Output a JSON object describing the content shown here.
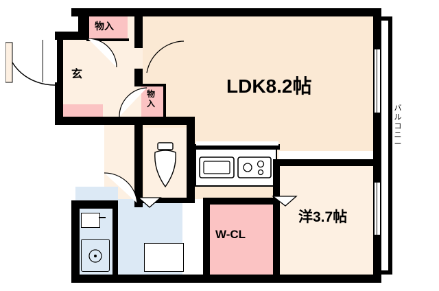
{
  "plan": {
    "type": "floor-plan",
    "title": "",
    "rooms": [
      {
        "name": "ldk",
        "label": "LDK8.2帖",
        "type": "living-dining-kitchen",
        "size_jo": 8.2
      },
      {
        "name": "western-room",
        "label": "洋3.7帖",
        "type": "western-style-room",
        "size_jo": 3.7
      },
      {
        "name": "walk-in-closet",
        "label": "W-CL",
        "type": "closet"
      },
      {
        "name": "entrance",
        "label": "玄",
        "type": "entrance"
      },
      {
        "name": "closet-top",
        "label": "物入",
        "type": "storage"
      },
      {
        "name": "closet-mid",
        "label": "物入",
        "type": "storage"
      },
      {
        "name": "balcony",
        "label": "バルコニー",
        "type": "balcony"
      }
    ],
    "fixtures": [
      {
        "name": "toilet",
        "label": ""
      },
      {
        "name": "sink",
        "label": ""
      },
      {
        "name": "stove",
        "label": ""
      },
      {
        "name": "bathtub",
        "label": ""
      },
      {
        "name": "washing-machine-space",
        "label": ""
      },
      {
        "name": "washbasin",
        "label": ""
      }
    ],
    "colors": {
      "wall": "#000000",
      "room_floor": "#fdf0e2",
      "ldk_floor": "#fbe9d4",
      "water_area": "#dce9f5",
      "closet_pink": "#fbc3c3",
      "background": "#ffffff"
    }
  }
}
